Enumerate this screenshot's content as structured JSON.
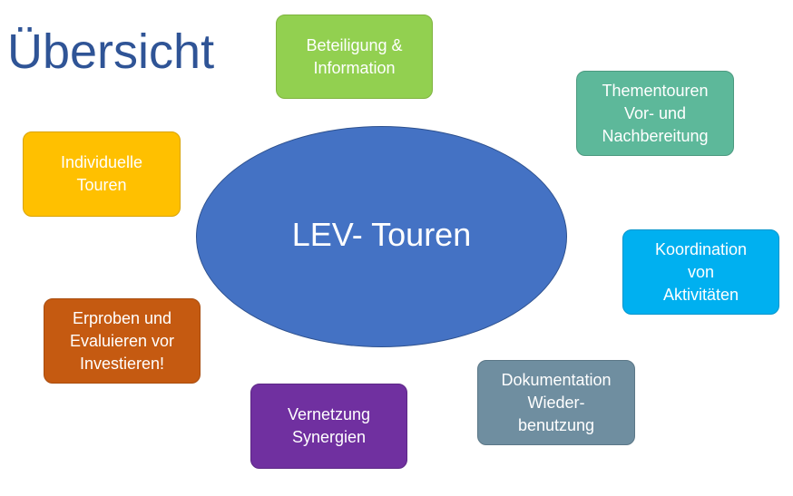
{
  "title": "Übersicht",
  "center": {
    "label": "LEV- Touren",
    "color": "#4472c4"
  },
  "nodes": [
    {
      "key": "beteiligung",
      "lines": [
        "Beteiligung &",
        "Information"
      ],
      "color": "#92d050",
      "border": "#7fb33f"
    },
    {
      "key": "thementouren",
      "lines": [
        "Thementouren",
        "Vor- und",
        "Nachbereitung"
      ],
      "color": "#5db89a",
      "border": "#4c9a80"
    },
    {
      "key": "individuelle",
      "lines": [
        "Individuelle",
        "Touren"
      ],
      "color": "#ffc000",
      "border": "#d9a300"
    },
    {
      "key": "koordination",
      "lines": [
        "Koordination",
        "von",
        "Aktivitäten"
      ],
      "color": "#00b0f0",
      "border": "#0095cc"
    },
    {
      "key": "erproben",
      "lines": [
        "Erproben und",
        "Evaluieren vor",
        "Investieren!"
      ],
      "color": "#c55a11",
      "border": "#a84c0e"
    },
    {
      "key": "dokumentation",
      "lines": [
        "Dokumentation",
        "Wieder-",
        "benutzung"
      ],
      "color": "#6f8ea0",
      "border": "#5b7787"
    },
    {
      "key": "vernetzung",
      "lines": [
        "Vernetzung",
        "Synergien"
      ],
      "color": "#7030a0",
      "border": "#5c2785"
    }
  ]
}
